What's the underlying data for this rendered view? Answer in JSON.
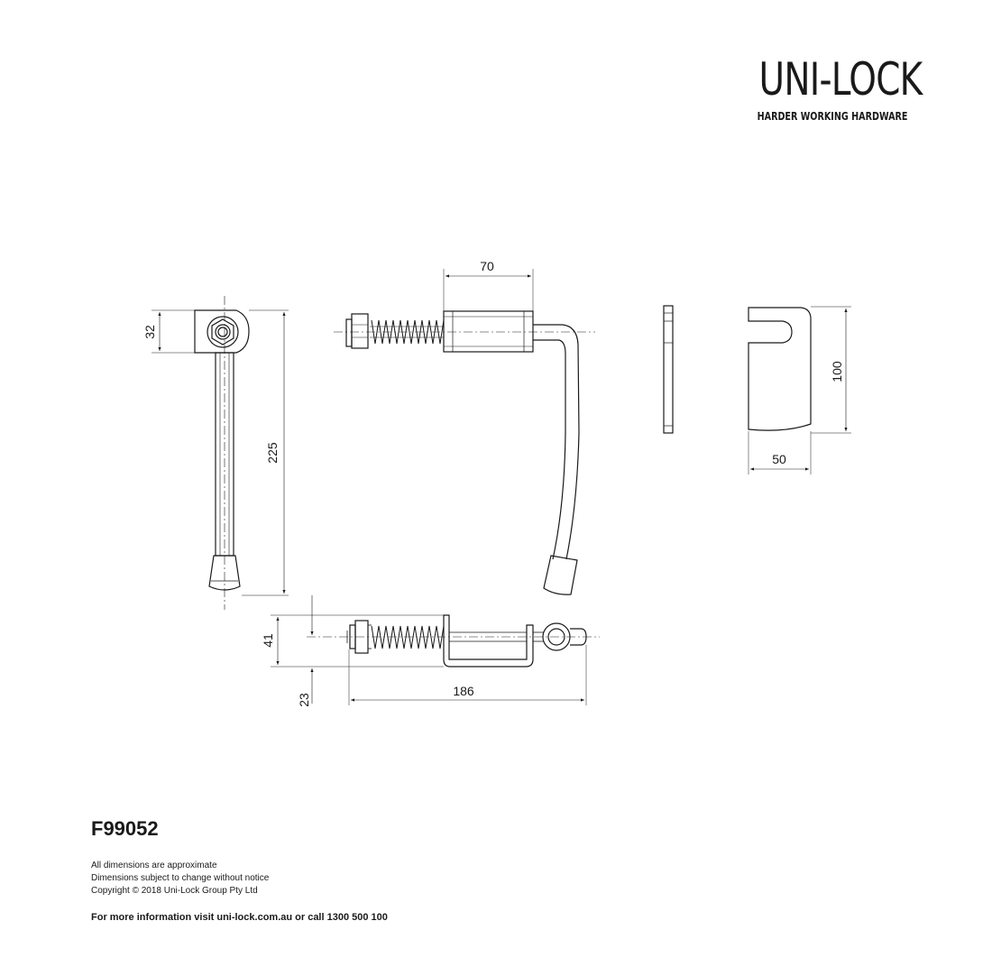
{
  "brand": {
    "name": "UNI-LOCK",
    "tagline": "HARDER WORKING HARDWARE"
  },
  "product": {
    "code": "F99052"
  },
  "notes": [
    "All dimensions are approximate",
    "Dimensions subject to change without notice",
    "Copyright © 2018 Uni-Lock Group Pty Ltd"
  ],
  "contact": "For more information visit uni-lock.com.au or call 1300 500 100",
  "dimensions": {
    "head_height": "32",
    "handle_length": "225",
    "sleeve_length": "70",
    "plate_height": "100",
    "plate_width": "50",
    "top_offset": "41",
    "bottom_offset": "23",
    "overall_length": "186"
  }
}
